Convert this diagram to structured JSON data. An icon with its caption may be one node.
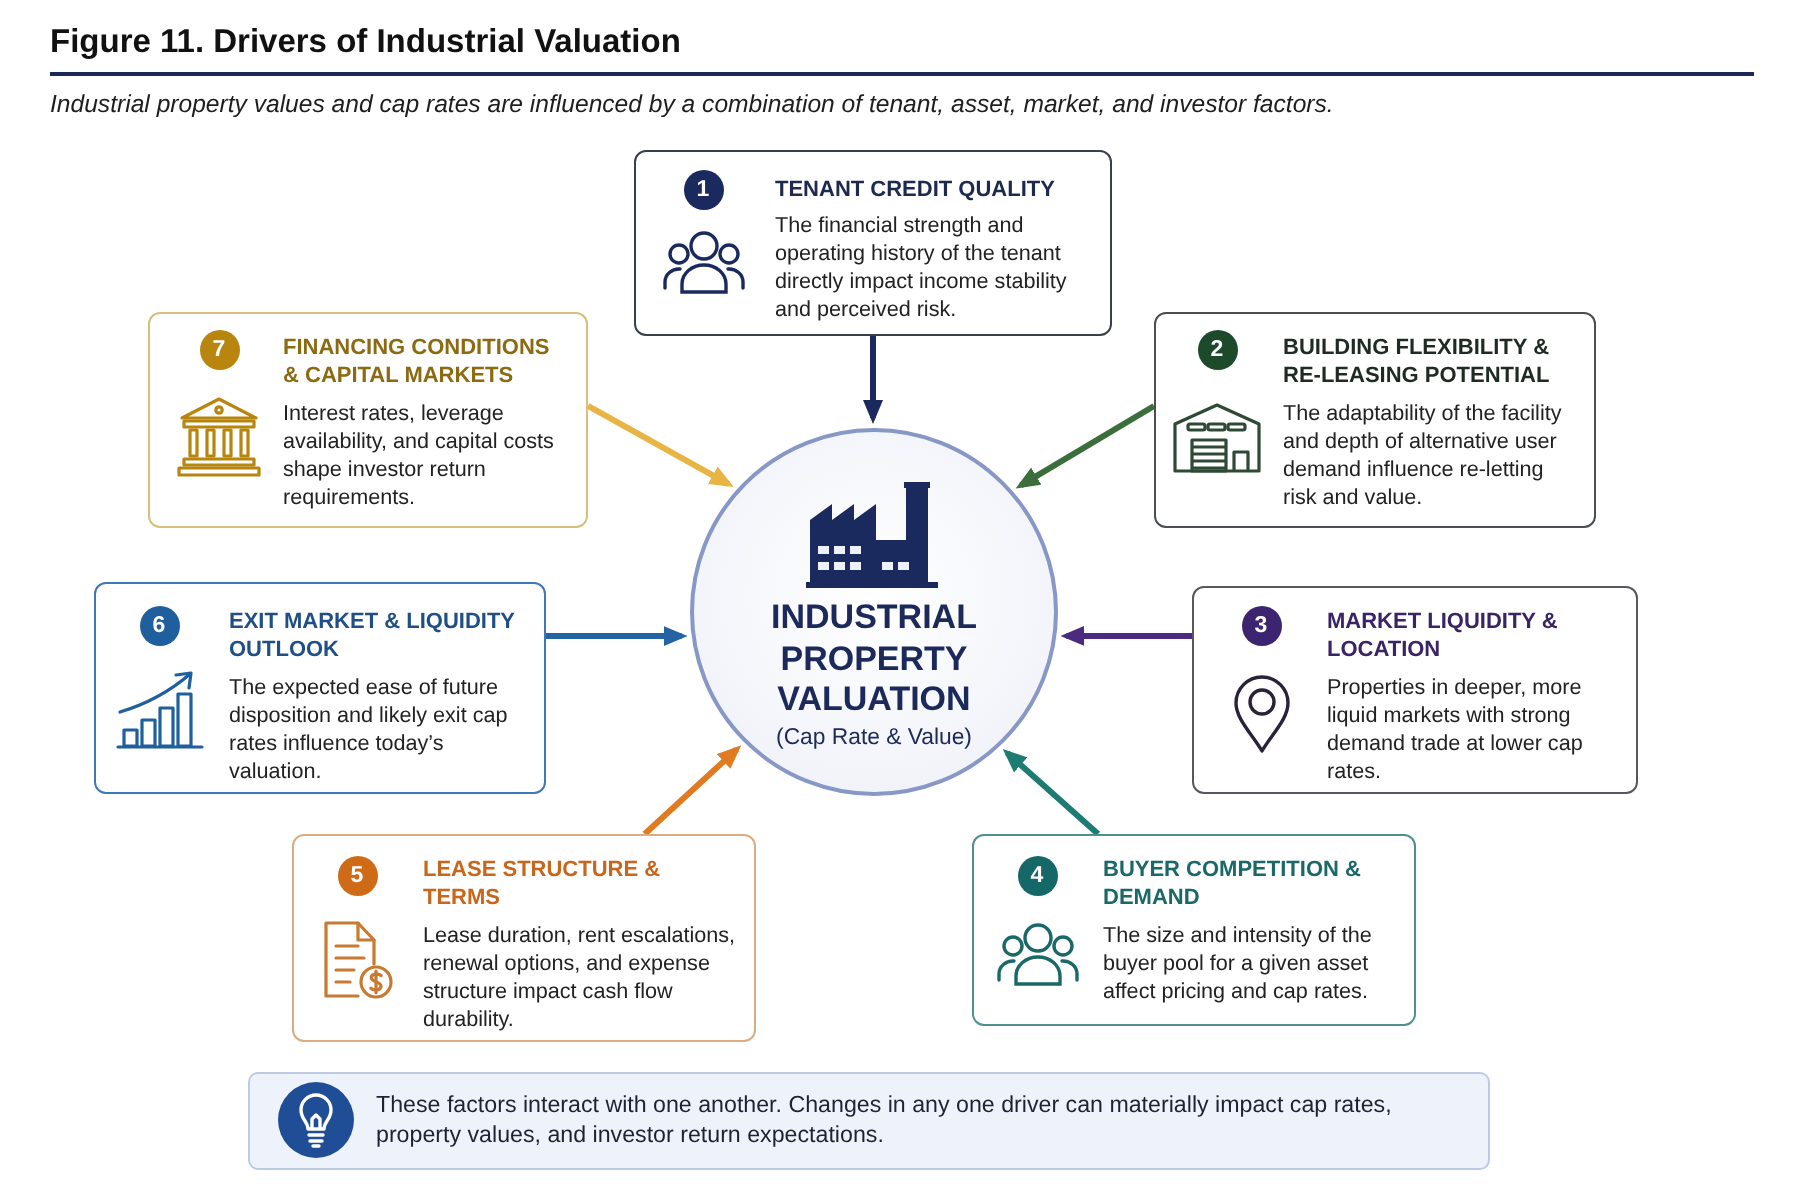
{
  "diagram": {
    "title": "Figure 11. Drivers of Industrial Valuation",
    "caption": "Industrial property values and cap rates are influenced by a combination of tenant, asset, market, and investor factors.",
    "nodes": [
      {
        "text": [
          "1",
          "TENANT CREDIT QUALITY",
          "The financial strength and operating history of the tenant directly impact income stability and perceived risk."
        ]
      },
      {
        "text": [
          "7",
          "FINANCING CONDITIONS & CAPITAL MARKETS",
          "Interest rates, leverage availability, and capital costs shape investor return requirements."
        ]
      },
      {
        "text": [
          "2",
          "BUILDING FLEXIBILITY & RE-LEASING POTENTIAL",
          "The adaptability of the facility and depth of alternative user demand influence re-letting risk and value."
        ]
      },
      {
        "text": [
          "INDUSTRIAL PROPERTY VALUATION",
          "(Cap Rate & Value)"
        ]
      },
      {
        "text": [
          "6",
          "EXIT MARKET & LIQUIDITY OUTLOOK",
          "The expected ease of future disposition and likely exit cap rates influence today’s valuation."
        ]
      },
      {
        "text": [
          "3",
          "MARKET LIQUIDITY & LOCATION",
          "Properties in deeper, more liquid markets with strong demand trade at lower cap rates."
        ]
      },
      {
        "text": [
          "5",
          "LEASE STRUCTURE & TERMS",
          "Lease duration, rent escalations, renewal options, and expense structure impact cash flow durability."
        ]
      },
      {
        "text": [
          "4",
          "BUYER COMPETITION & DEMAND",
          "The size and intensity of the buyer pool for a given asset affect pricing and cap rates."
        ]
      },
      {
        "text": [
          "These factors interact with one another. Changes in any one driver can materially impact cap rates, property values, and investor return expectations."
        ]
      }
    ],
    "edges": [
      {
        "from": 0,
        "to": 3,
        "arrow": "to",
        "color": "#1b2a5e"
      },
      {
        "from": 1,
        "to": 3,
        "arrow": "to",
        "color": "#e8b443"
      },
      {
        "from": 2,
        "to": 3,
        "arrow": "to",
        "color": "#3b6e3b"
      },
      {
        "from": 4,
        "to": 3,
        "arrow": "to",
        "color": "#2464a4"
      },
      {
        "from": 5,
        "to": 3,
        "arrow": "to",
        "color": "#4b2a80"
      },
      {
        "from": 6,
        "to": 3,
        "arrow": "to",
        "color": "#e07b22"
      },
      {
        "from": 7,
        "to": 3,
        "arrow": "to",
        "color": "#1e7b72"
      }
    ]
  }
}
